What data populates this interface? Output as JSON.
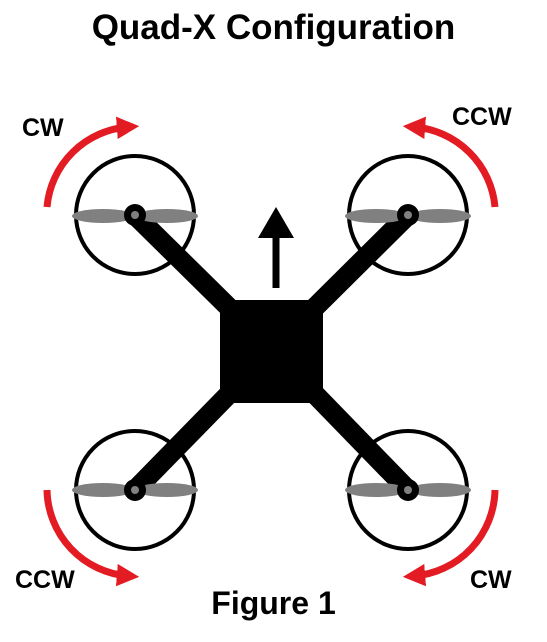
{
  "title": "Quad-X Configuration",
  "caption": "Figure 1",
  "colors": {
    "rotation_arrow": "#e31b23",
    "propeller": "#808080",
    "frame": "#000000",
    "background": "#ffffff"
  },
  "motors": {
    "front_left": {
      "rotation": "CW"
    },
    "front_right": {
      "rotation": "CCW"
    },
    "rear_left": {
      "rotation": "CCW"
    },
    "rear_right": {
      "rotation": "CW"
    }
  },
  "icons": {
    "direction": "forward-arrow-icon",
    "rotation": "curved-arrow-icon"
  }
}
